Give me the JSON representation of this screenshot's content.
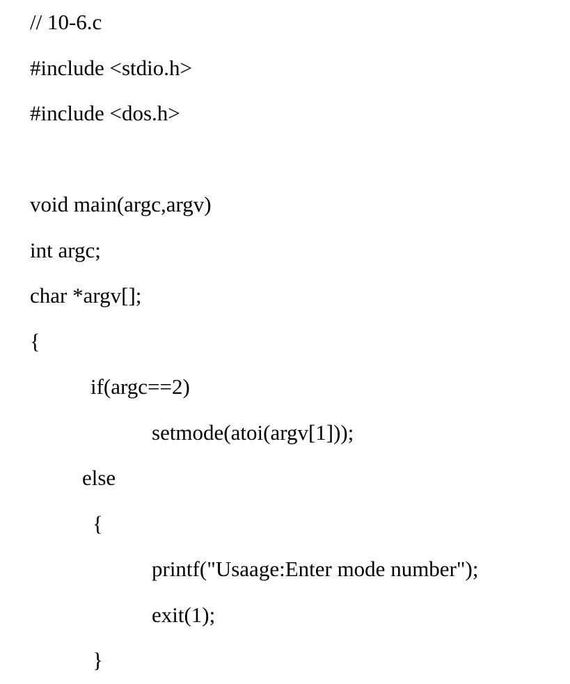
{
  "document": {
    "lines": [
      "// 10-6.c",
      "#include <stdio.h>",
      "#include <dos.h>",
      "",
      "void main(argc,argv)",
      "int argc;",
      "char *argv[];",
      "{",
      "if(argc==2)",
      "setmode(atoi(argv[1]));",
      "else",
      "{",
      "printf(\"Usaage:Enter mode number\");",
      "exit(1);",
      "}"
    ]
  }
}
